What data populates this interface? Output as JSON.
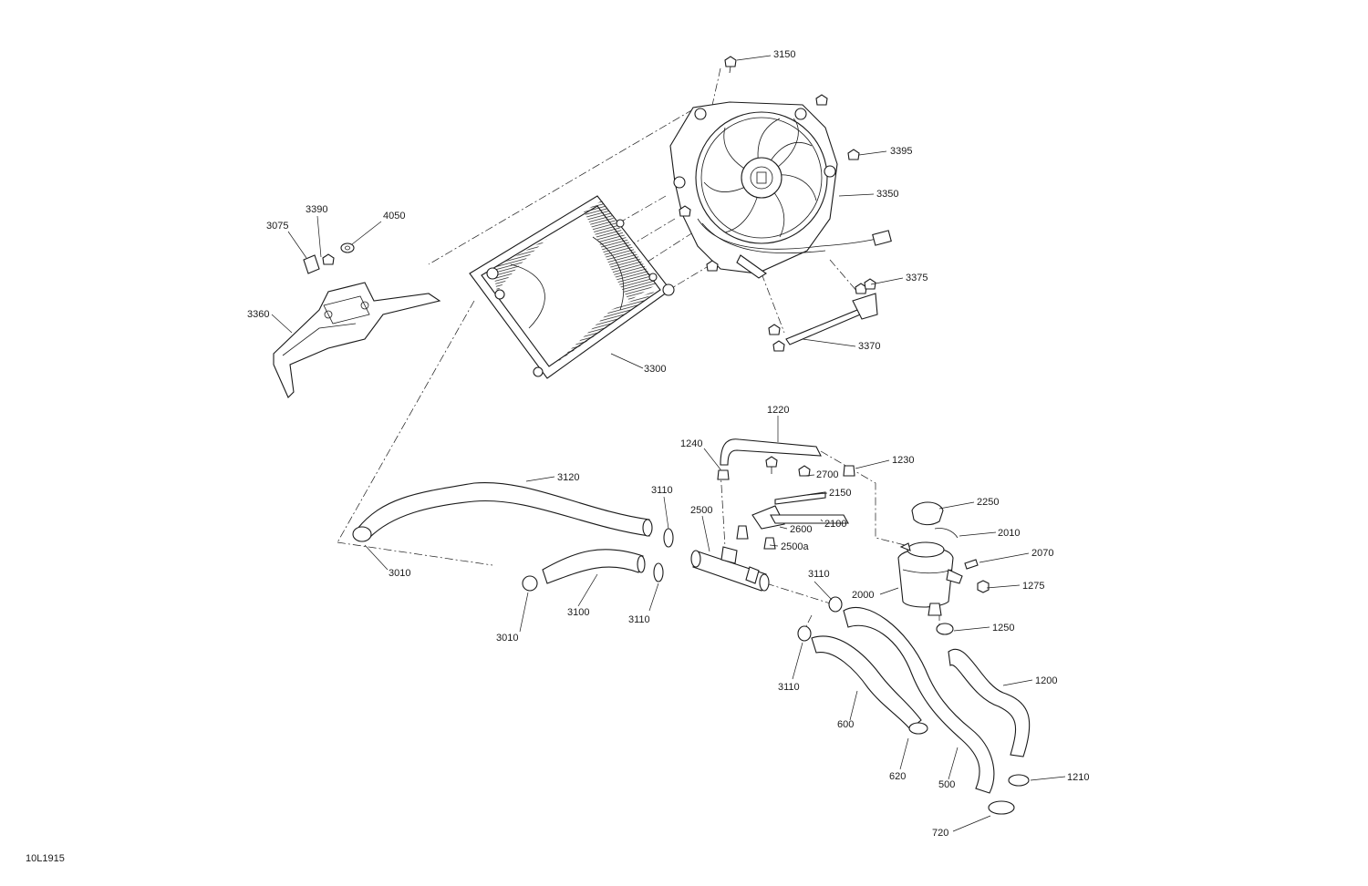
{
  "diagram_code": "10L1915",
  "callouts": {
    "c3150": "3150",
    "c3395": "3395",
    "c3350": "3350",
    "c3375": "3375",
    "c3370": "3370",
    "c3300": "3300",
    "c3390": "3390",
    "c4050": "4050",
    "c3075": "3075",
    "c3360": "3360",
    "c1220": "1220",
    "c1240": "1240",
    "c1230": "1230",
    "c2700": "2700",
    "c2150": "2150",
    "c2600": "2600",
    "c2100": "2100",
    "c2500a": "2500a",
    "c2500": "2500",
    "c3110a": "3110",
    "c3110b": "3110",
    "c3110c": "3110",
    "c3110d": "3110",
    "c3120": "3120",
    "c3010a": "3010",
    "c3010b": "3010",
    "c3100": "3100",
    "c2250": "2250",
    "c2010": "2010",
    "c2070": "2070",
    "c1275": "1275",
    "c2000": "2000",
    "c1250": "1250",
    "c1200": "1200",
    "c600": "600",
    "c620": "620",
    "c500": "500",
    "c1210": "1210",
    "c720": "720"
  }
}
